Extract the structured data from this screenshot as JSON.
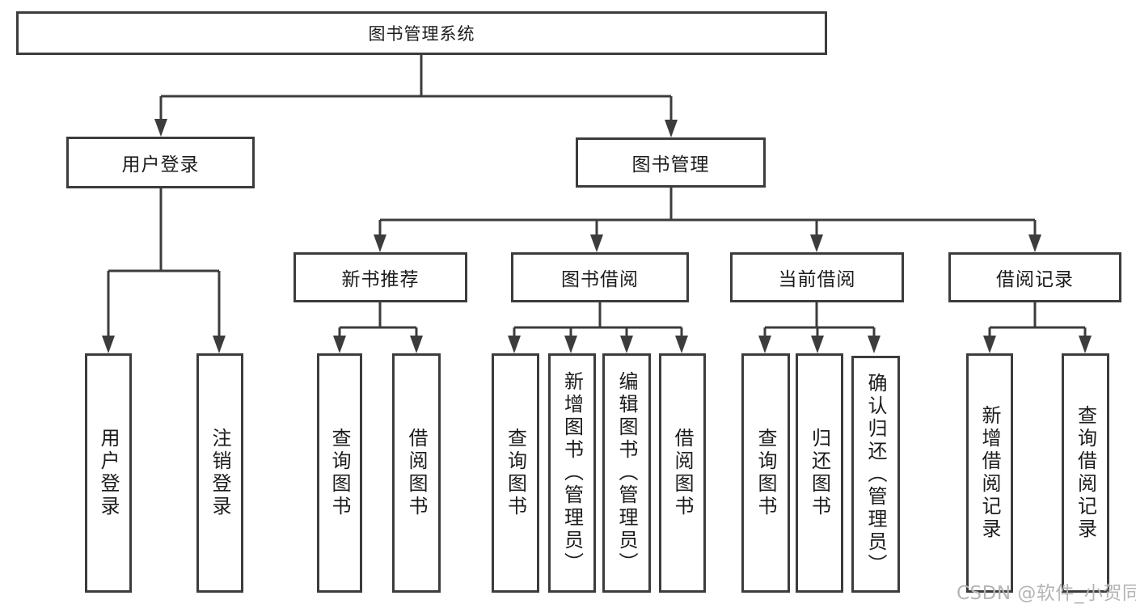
{
  "diagram": {
    "root": "图书管理系统",
    "branches": [
      {
        "label": "用户登录",
        "children": [
          "用户登录",
          "注销登录"
        ]
      },
      {
        "label": "图书管理",
        "groups": [
          {
            "label": "新书推荐",
            "children": [
              "查询图书",
              "借阅图书"
            ]
          },
          {
            "label": "图书借阅",
            "children": [
              "查询图书",
              "新增图书（管理员）",
              "编辑图书（管理员）",
              "借阅图书"
            ]
          },
          {
            "label": "当前借阅",
            "children": [
              "查询图书",
              "归还图书",
              "确认归还（管理员）"
            ]
          },
          {
            "label": "借阅记录",
            "children": [
              "新增借阅记录",
              "查询借阅记录"
            ]
          }
        ]
      }
    ]
  },
  "watermark": "CSDN @软件_小贺同学",
  "colors": {
    "line": "#3c3c3c",
    "text": "#1c1c1c",
    "watermark": "#b5b5b5",
    "background": "#ffffff"
  }
}
